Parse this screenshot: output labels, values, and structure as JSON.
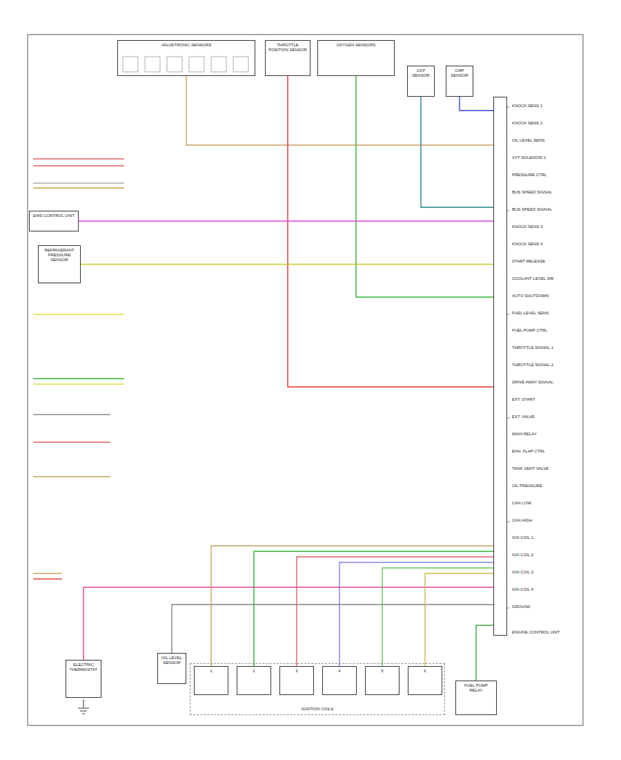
{
  "diagram": {
    "nodes": [
      {
        "text": [
          "VALVETRONIC SENSORS"
        ]
      },
      {
        "text": [
          "THROTTLE POSITION SENSOR"
        ]
      },
      {
        "text": [
          "OXYGEN SENSORS"
        ]
      },
      {
        "text": [
          "CKP SENSOR"
        ]
      },
      {
        "text": [
          "CMP SENSOR"
        ]
      },
      {
        "text": [
          "ENGINE CONTROL UNIT"
        ]
      },
      {
        "text": [
          "EWS CONTROL UNIT"
        ]
      },
      {
        "text": [
          "REFRIGERANT PRESSURE SENSOR"
        ]
      },
      {
        "text": [
          "ELECTRIC THERMOSTAT"
        ]
      },
      {
        "text": [
          "OIL LEVEL SENSOR"
        ]
      },
      {
        "text": [
          "IGNITION COILS"
        ]
      },
      {
        "text": [
          "1"
        ],
        "in": 10
      },
      {
        "text": [
          "2"
        ],
        "in": 10
      },
      {
        "text": [
          "3"
        ],
        "in": 10
      },
      {
        "text": [
          "4"
        ],
        "in": 10
      },
      {
        "text": [
          "5"
        ],
        "in": 10
      },
      {
        "text": [
          "6"
        ],
        "in": 10
      },
      {
        "text": [
          "FUEL PUMP RELAY"
        ]
      }
    ],
    "edges": [
      {
        "from": 0,
        "to": 5,
        "arrow": "none"
      },
      {
        "from": 1,
        "to": 5,
        "arrow": "none"
      },
      {
        "from": 2,
        "to": 5,
        "arrow": "none"
      },
      {
        "from": 3,
        "to": 5,
        "arrow": "none"
      },
      {
        "from": 4,
        "to": 5,
        "arrow": "none"
      },
      {
        "from": 6,
        "to": 5,
        "arrow": "none"
      },
      {
        "from": 7,
        "to": 5,
        "arrow": "none"
      },
      {
        "from": 8,
        "to": 5,
        "arrow": "none"
      },
      {
        "from": 9,
        "to": 5,
        "arrow": "none"
      },
      {
        "from": 11,
        "to": 5,
        "arrow": "none"
      },
      {
        "from": 12,
        "to": 5,
        "arrow": "none"
      },
      {
        "from": 13,
        "to": 5,
        "arrow": "none"
      },
      {
        "from": 14,
        "to": 5,
        "arrow": "none"
      },
      {
        "from": 15,
        "to": 5,
        "arrow": "none"
      },
      {
        "from": 16,
        "to": 5,
        "arrow": "none"
      },
      {
        "from": 17,
        "to": 5,
        "arrow": "none"
      }
    ],
    "labels": [
      "KNOCK SENS 1",
      "KNOCK SENS 2",
      "OIL LEVEL SENS",
      "VVT SOLENOID 1",
      "PRESSURE CTRL",
      "BUS SPEED SIGNAL",
      "BUS SPEED SIGNAL",
      "KNOCK SENS 3",
      "KNOCK SENS 4",
      "START RELEASE",
      "COOLANT LEVEL SW",
      "AUTO SHUTDOWN",
      "FUEL LEVEL SENS",
      "FUEL PUMP CTRL",
      "THROTTLE SIGNAL 1",
      "THROTTLE SIGNAL 2",
      "DRIVE AWAY SIGNAL",
      "EXT. START",
      "EXT. VALVE",
      "MAIN RELAY",
      "EXH. FLAP CTRL",
      "TANK VENT VALVE",
      "OIL PRESSURE",
      "CAN LOW",
      "CAN HIGH",
      "IGN COIL 1",
      "IGN COIL 2",
      "IGN COIL 3",
      "IGN COIL 4",
      "GROUND"
    ]
  }
}
